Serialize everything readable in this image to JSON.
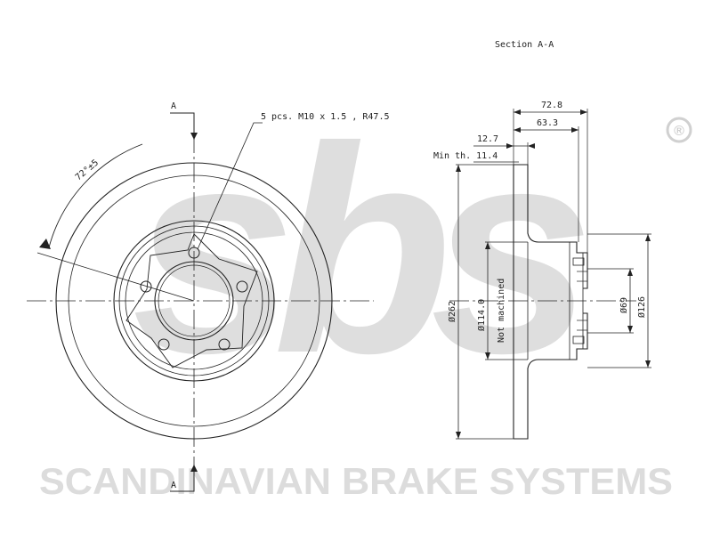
{
  "watermark": {
    "logo_text": "sbs",
    "registered_mark": "®",
    "company_name": "SCANDINAVIAN BRAKE SYSTEMS"
  },
  "front_view": {
    "section_marker_top": "A",
    "section_marker_bottom": "A",
    "angle_label": "72°±5",
    "bolt_pattern_label": "5 pcs. M10 x 1.5 , R47.5"
  },
  "section_view": {
    "title": "Section A-A",
    "dim_total_height": "72.8",
    "dim_hat_height": "63.3",
    "dim_thickness": "12.7",
    "min_thickness_label": "Min th. 11.4",
    "dim_outer_diameter": "Ø262",
    "dim_hat_diameter": "Ø114.0",
    "not_machined_label": "Not machined",
    "dim_center_bore": "Ø69",
    "dim_flange_diameter": "Ø126"
  },
  "colors": {
    "line": "#222222",
    "watermark": "#d9d9d9",
    "background": "#ffffff"
  }
}
